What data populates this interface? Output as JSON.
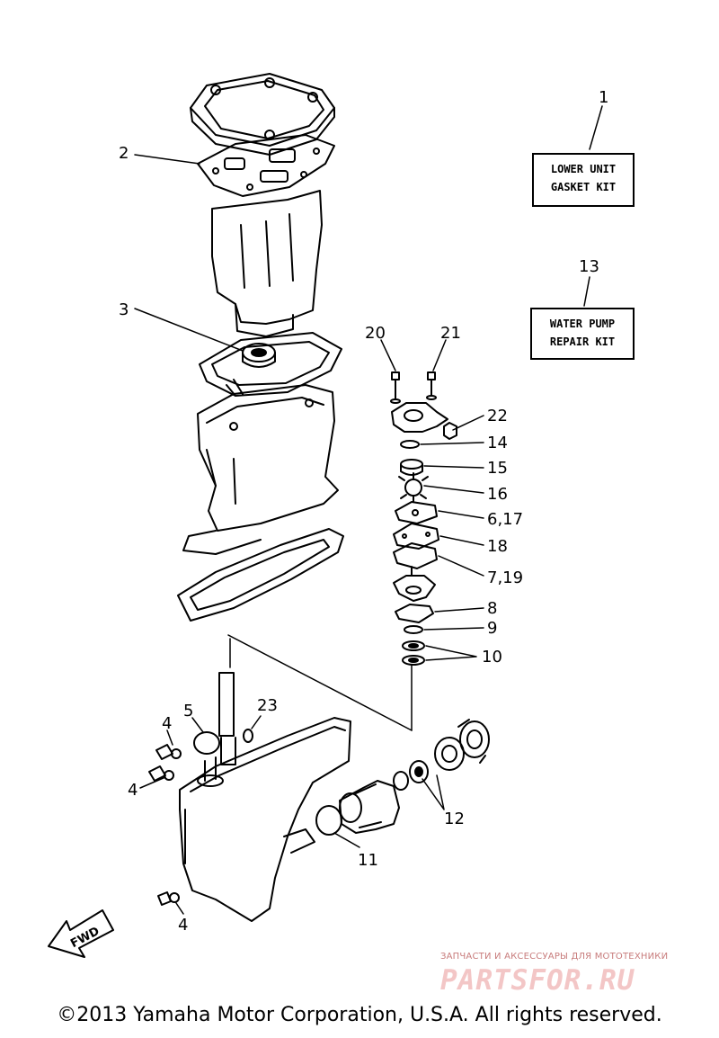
{
  "kits": {
    "lower_unit_gasket": {
      "number": "1",
      "line1": "LOWER UNIT",
      "line2": "GASKET KIT"
    },
    "water_pump_repair": {
      "number": "13",
      "line1": "WATER PUMP",
      "line2": "REPAIR KIT"
    }
  },
  "callouts": {
    "c2": "2",
    "c3": "3",
    "c20": "20",
    "c21": "21",
    "c22": "22",
    "c14": "14",
    "c15": "15",
    "c16": "16",
    "c6_17": "6,17",
    "c18": "18",
    "c7_19": "7,19",
    "c8": "8",
    "c9": "9",
    "c10": "10",
    "c5": "5",
    "c23": "23",
    "c4a": "4",
    "c4b": "4",
    "c4c": "4",
    "c11": "11",
    "c12": "12"
  },
  "fwd_label": "FWD",
  "watermark": {
    "tagline": "ЗАПЧАСТИ И АКСЕССУАРЫ ДЛЯ МОТОТЕХНИКИ",
    "logo": "PARTSFOR.RU",
    "tagline_color": "#c87c7c",
    "logo_color": "#f3c6c6"
  },
  "copyright": "©2013 Yamaha Motor Corporation, U.S.A. All rights reserved."
}
